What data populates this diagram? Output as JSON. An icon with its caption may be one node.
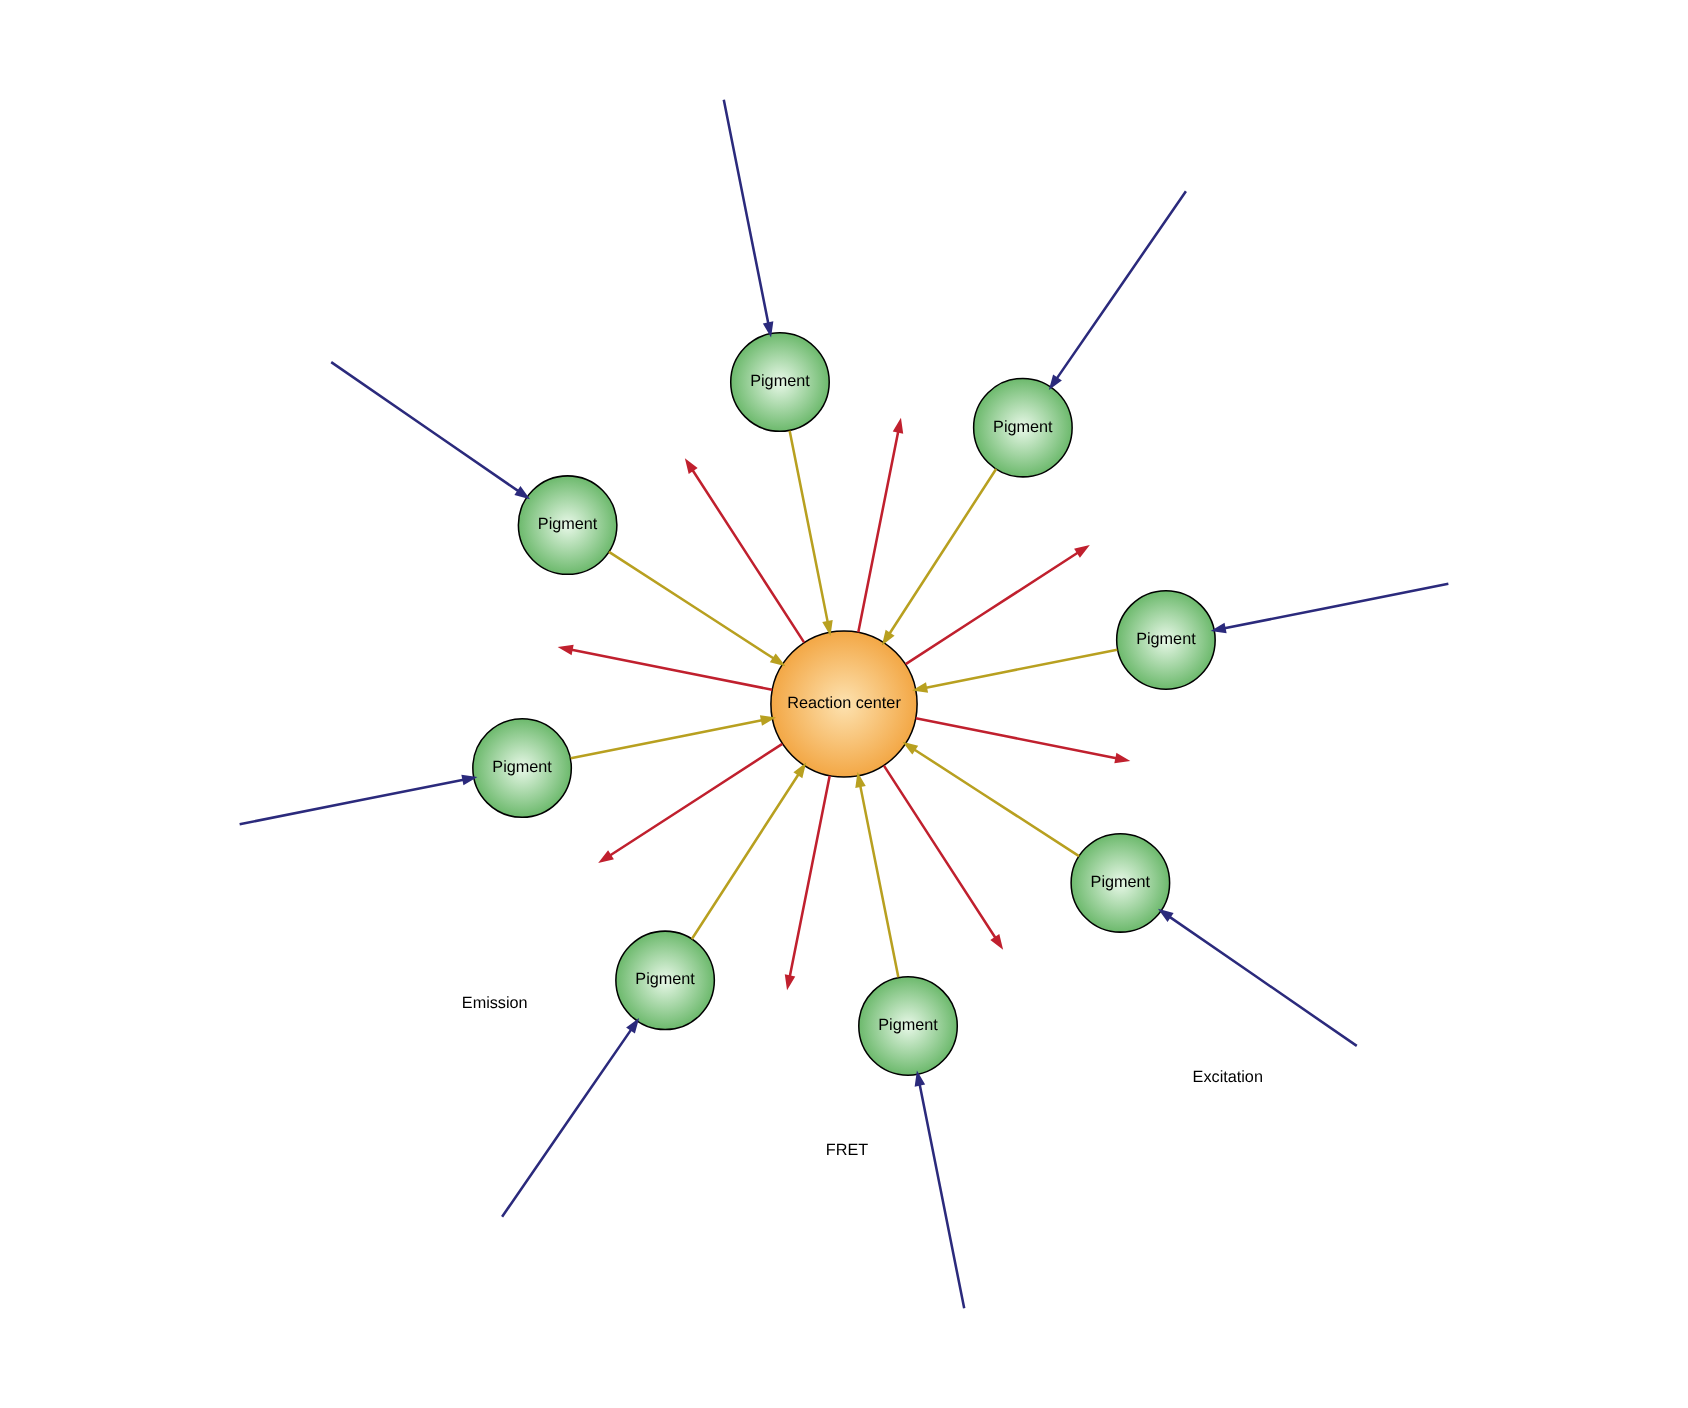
{
  "diagram": {
    "nodes": [
      {
        "text": [
          "Pigment"
        ]
      },
      {
        "text": [
          "Pigment"
        ]
      },
      {
        "text": [
          "Pigment"
        ]
      },
      {
        "text": [
          "Pigment"
        ]
      },
      {
        "text": [
          "Reaction center"
        ]
      },
      {
        "text": [
          "Pigment"
        ]
      },
      {
        "text": [
          "Pigment"
        ]
      },
      {
        "text": [
          "Pigment"
        ]
      },
      {
        "text": [
          "Pigment"
        ]
      }
    ],
    "edges": [
      {
        "from": 0,
        "to": 4,
        "arrow": "to",
        "color": "#b8a020"
      },
      {
        "from": 4,
        "to": null,
        "arrow": "to",
        "color": "#c0202e"
      },
      {
        "from": 2,
        "to": 4,
        "arrow": "to",
        "color": "#b8a020"
      },
      {
        "from": 4,
        "to": null,
        "arrow": "to",
        "color": "#c0202e"
      },
      {
        "from": 5,
        "to": 4,
        "arrow": "to",
        "color": "#b8a020"
      },
      {
        "from": 4,
        "to": null,
        "arrow": "to",
        "color": "#c0202e"
      },
      {
        "from": 7,
        "to": 4,
        "arrow": "to",
        "color": "#b8a020"
      },
      {
        "from": 4,
        "to": null,
        "arrow": "to",
        "color": "#c0202e"
      },
      {
        "from": 8,
        "to": 4,
        "arrow": "to",
        "color": "#b8a020"
      },
      {
        "from": 4,
        "to": null,
        "arrow": "to",
        "color": "#c0202e"
      },
      {
        "from": 6,
        "to": 4,
        "arrow": "to",
        "color": "#b8a020"
      },
      {
        "from": 4,
        "to": null,
        "arrow": "to",
        "color": "#c0202e"
      },
      {
        "from": 3,
        "to": 4,
        "arrow": "to",
        "color": "#b8a020"
      },
      {
        "from": 4,
        "to": null,
        "arrow": "to",
        "color": "#c0202e"
      },
      {
        "from": 1,
        "to": 4,
        "arrow": "to",
        "color": "#b8a020"
      },
      {
        "from": 4,
        "to": null,
        "arrow": "to",
        "color": "#c0202e"
      },
      {
        "from": null,
        "to": 0,
        "arrow": "to",
        "color": "#2b2a7c"
      },
      {
        "from": null,
        "to": 1,
        "arrow": "to",
        "color": "#2b2a7c"
      },
      {
        "from": null,
        "to": 2,
        "arrow": "to",
        "color": "#2b2a7c"
      },
      {
        "from": null,
        "to": 3,
        "arrow": "to",
        "color": "#2b2a7c"
      },
      {
        "from": null,
        "to": 5,
        "arrow": "to",
        "color": "#2b2a7c"
      },
      {
        "from": null,
        "to": 6,
        "arrow": "to",
        "color": "#2b2a7c"
      },
      {
        "from": null,
        "to": 7,
        "arrow": "to",
        "color": "#2b2a7c"
      },
      {
        "from": null,
        "to": 8,
        "arrow": "to",
        "color": "#2b2a7c"
      }
    ],
    "legend": [
      {
        "text": "Excitation"
      },
      {
        "text": "Emission"
      },
      {
        "text": "FRET"
      }
    ]
  }
}
